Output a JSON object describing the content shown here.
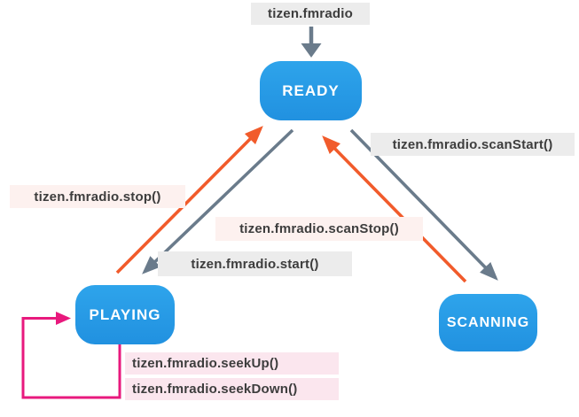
{
  "diagram_type": "state-diagram",
  "nodes": [
    {
      "id": "ready",
      "label": "READY"
    },
    {
      "id": "playing",
      "label": "PLAYING"
    },
    {
      "id": "scanning",
      "label": "SCANNING"
    }
  ],
  "edges": [
    {
      "from": null,
      "to": "ready",
      "label": "tizen.fmradio",
      "color": "gray"
    },
    {
      "from": "playing",
      "to": "ready",
      "label": "tizen.fmradio.stop()",
      "color": "orange"
    },
    {
      "from": "ready",
      "to": "playing",
      "label": "tizen.fmradio.start()",
      "color": "gray"
    },
    {
      "from": "scanning",
      "to": "ready",
      "label": "tizen.fmradio.scanStop()",
      "color": "orange"
    },
    {
      "from": "ready",
      "to": "scanning",
      "label": "tizen.fmradio.scanStart()",
      "color": "gray"
    },
    {
      "from": "playing",
      "to": "playing",
      "label": "tizen.fmradio.seekUp()",
      "color": "pink"
    },
    {
      "from": "playing",
      "to": "playing",
      "label": "tizen.fmradio.seekDown()",
      "color": "pink"
    }
  ],
  "colors": {
    "node_blue_top": "#2ea4eb",
    "node_blue_bottom": "#2191e0",
    "arrow_gray": "#6a7b8b",
    "arrow_orange": "#f15b2b",
    "arrow_pink": "#e8197d",
    "label_gray_bg": "#ececec",
    "label_blush_bg": "#fdf1ef",
    "label_rose_bg": "#fbe6ee",
    "label_text": "#3d3d3d",
    "node_text": "#ffffff"
  }
}
